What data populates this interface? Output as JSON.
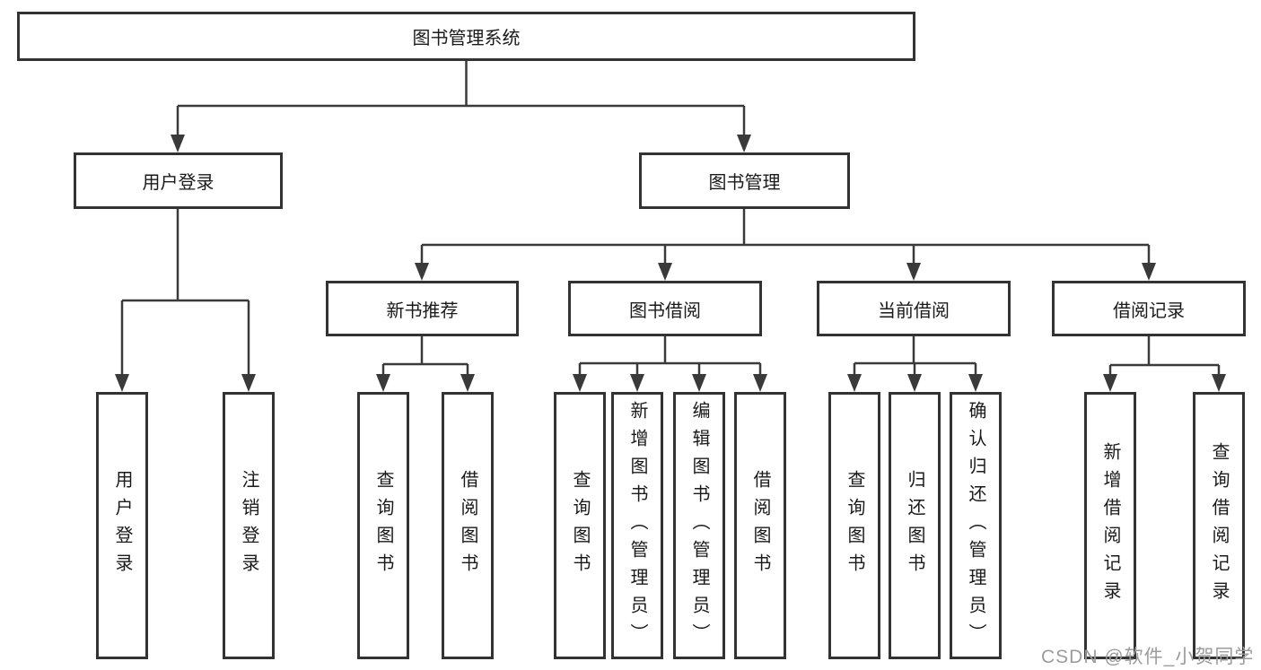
{
  "tree": {
    "root": {
      "label": "图书管理系统",
      "children": [
        {
          "label": "用户登录",
          "children": [
            {
              "label": "用户登录"
            },
            {
              "label": "注销登录"
            }
          ]
        },
        {
          "label": "图书管理",
          "children": [
            {
              "label": "新书推荐",
              "children": [
                {
                  "label": "查询图书"
                },
                {
                  "label": "借阅图书"
                }
              ]
            },
            {
              "label": "图书借阅",
              "children": [
                {
                  "label": "查询图书"
                },
                {
                  "label": "新增图书（管理员）"
                },
                {
                  "label": "编辑图书（管理员）"
                },
                {
                  "label": "借阅图书"
                }
              ]
            },
            {
              "label": "当前借阅",
              "children": [
                {
                  "label": "查询图书"
                },
                {
                  "label": "归还图书"
                },
                {
                  "label": "确认归还（管理员）"
                }
              ]
            },
            {
              "label": "借阅记录",
              "children": [
                {
                  "label": "新增借阅记录"
                },
                {
                  "label": "查询借阅记录"
                }
              ]
            }
          ]
        }
      ]
    }
  },
  "watermark": {
    "text": "CSDN @软件_小贺同学"
  },
  "colors": {
    "line": "#3a3a3a",
    "box_border": "#333333",
    "box_fill": "#ffffff",
    "text": "#1a1a1a",
    "watermark": "#9c9c9c",
    "background": "#ffffff"
  }
}
